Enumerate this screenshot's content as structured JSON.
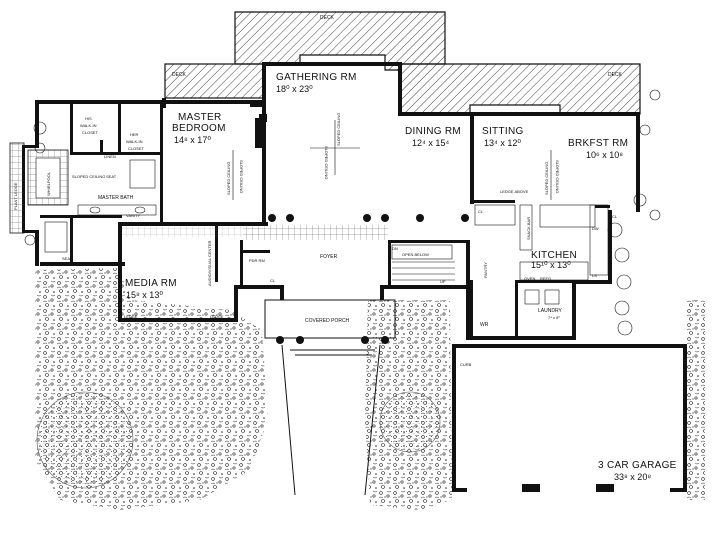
{
  "rooms": {
    "deck_top": {
      "name": "DECK"
    },
    "deck_left": {
      "name": "DECK"
    },
    "deck_right": {
      "name": "DECK"
    },
    "gathering": {
      "name": "GATHERING RM",
      "dims": "18⁰ x 23⁰"
    },
    "master_bedroom": {
      "name1": "MASTER",
      "name2": "BEDROOM",
      "dims": "14⁸ x 17⁰"
    },
    "his_closet": {
      "l1": "HIS",
      "l2": "WALK-IN",
      "l3": "CLOSET"
    },
    "her_closet": {
      "l1": "HER",
      "l2": "WALK-IN",
      "l3": "CLOSET"
    },
    "master_bath": {
      "name": "MASTER BATH"
    },
    "dining": {
      "name": "DINING RM",
      "dims": "12⁴ x 15⁴"
    },
    "sitting": {
      "name": "SITTING",
      "dims": "13⁴ x 12⁰"
    },
    "brkfst": {
      "name": "BRKFST RM",
      "dims": "10⁶ x 10⁸"
    },
    "kitchen": {
      "name": "KITCHEN",
      "dims": "15¹⁰ x 13⁰"
    },
    "media": {
      "name": "MEDIA RM",
      "dims": "15⁸ x 13⁰"
    },
    "foyer": {
      "name": "FOYER"
    },
    "porch": {
      "name": "COVERED PORCH"
    },
    "laundry": {
      "name": "LAUNDRY",
      "dims": "7⁴ x 8⁰"
    },
    "garage": {
      "name": "3 CAR GARAGE",
      "dims": "33⁸ x 20⁸"
    }
  },
  "notes": {
    "linen": "LINEN",
    "seat1": "SEAT",
    "seat2": "SEAT",
    "sloped_ceiling_bath": "SLOPED CEILING",
    "vanity": "VANITY",
    "plant_ledge": "PLANT LEDGE",
    "whirlpool": "WHIRLPOOL",
    "sloped_ceiling_a": "SLOPED CEILING",
    "sloped_ceiling_b": "SLOPED CEILING",
    "sloped_ceiling_c": "SLOPED CEILING",
    "sloped_ceiling_d": "SLOPED CEILING",
    "sloped_ceiling_e": "SLOPED CEILING",
    "sloped_ceiling_f": "SLOPED CEILING",
    "ledge_above": "LEDGE ABOVE",
    "snack_bar": "SNACK BAR",
    "open_below": "OPEN BELOW",
    "pantry": "PANTRY",
    "pwd_rm": "PDR RM",
    "audio_center": "AUDIO/VISUAL CENTER",
    "ledge_a": "LEDGE",
    "ledge_b": "LEDGE",
    "oven": "OVEN",
    "refg": "REFG",
    "dw": "DW",
    "ls": "LS",
    "dn": "DN",
    "up": "UP",
    "cl1": "CL",
    "cl2": "CL",
    "cl3": "CL",
    "wr": "WR",
    "bc": "BC",
    "curb": "CURB"
  }
}
